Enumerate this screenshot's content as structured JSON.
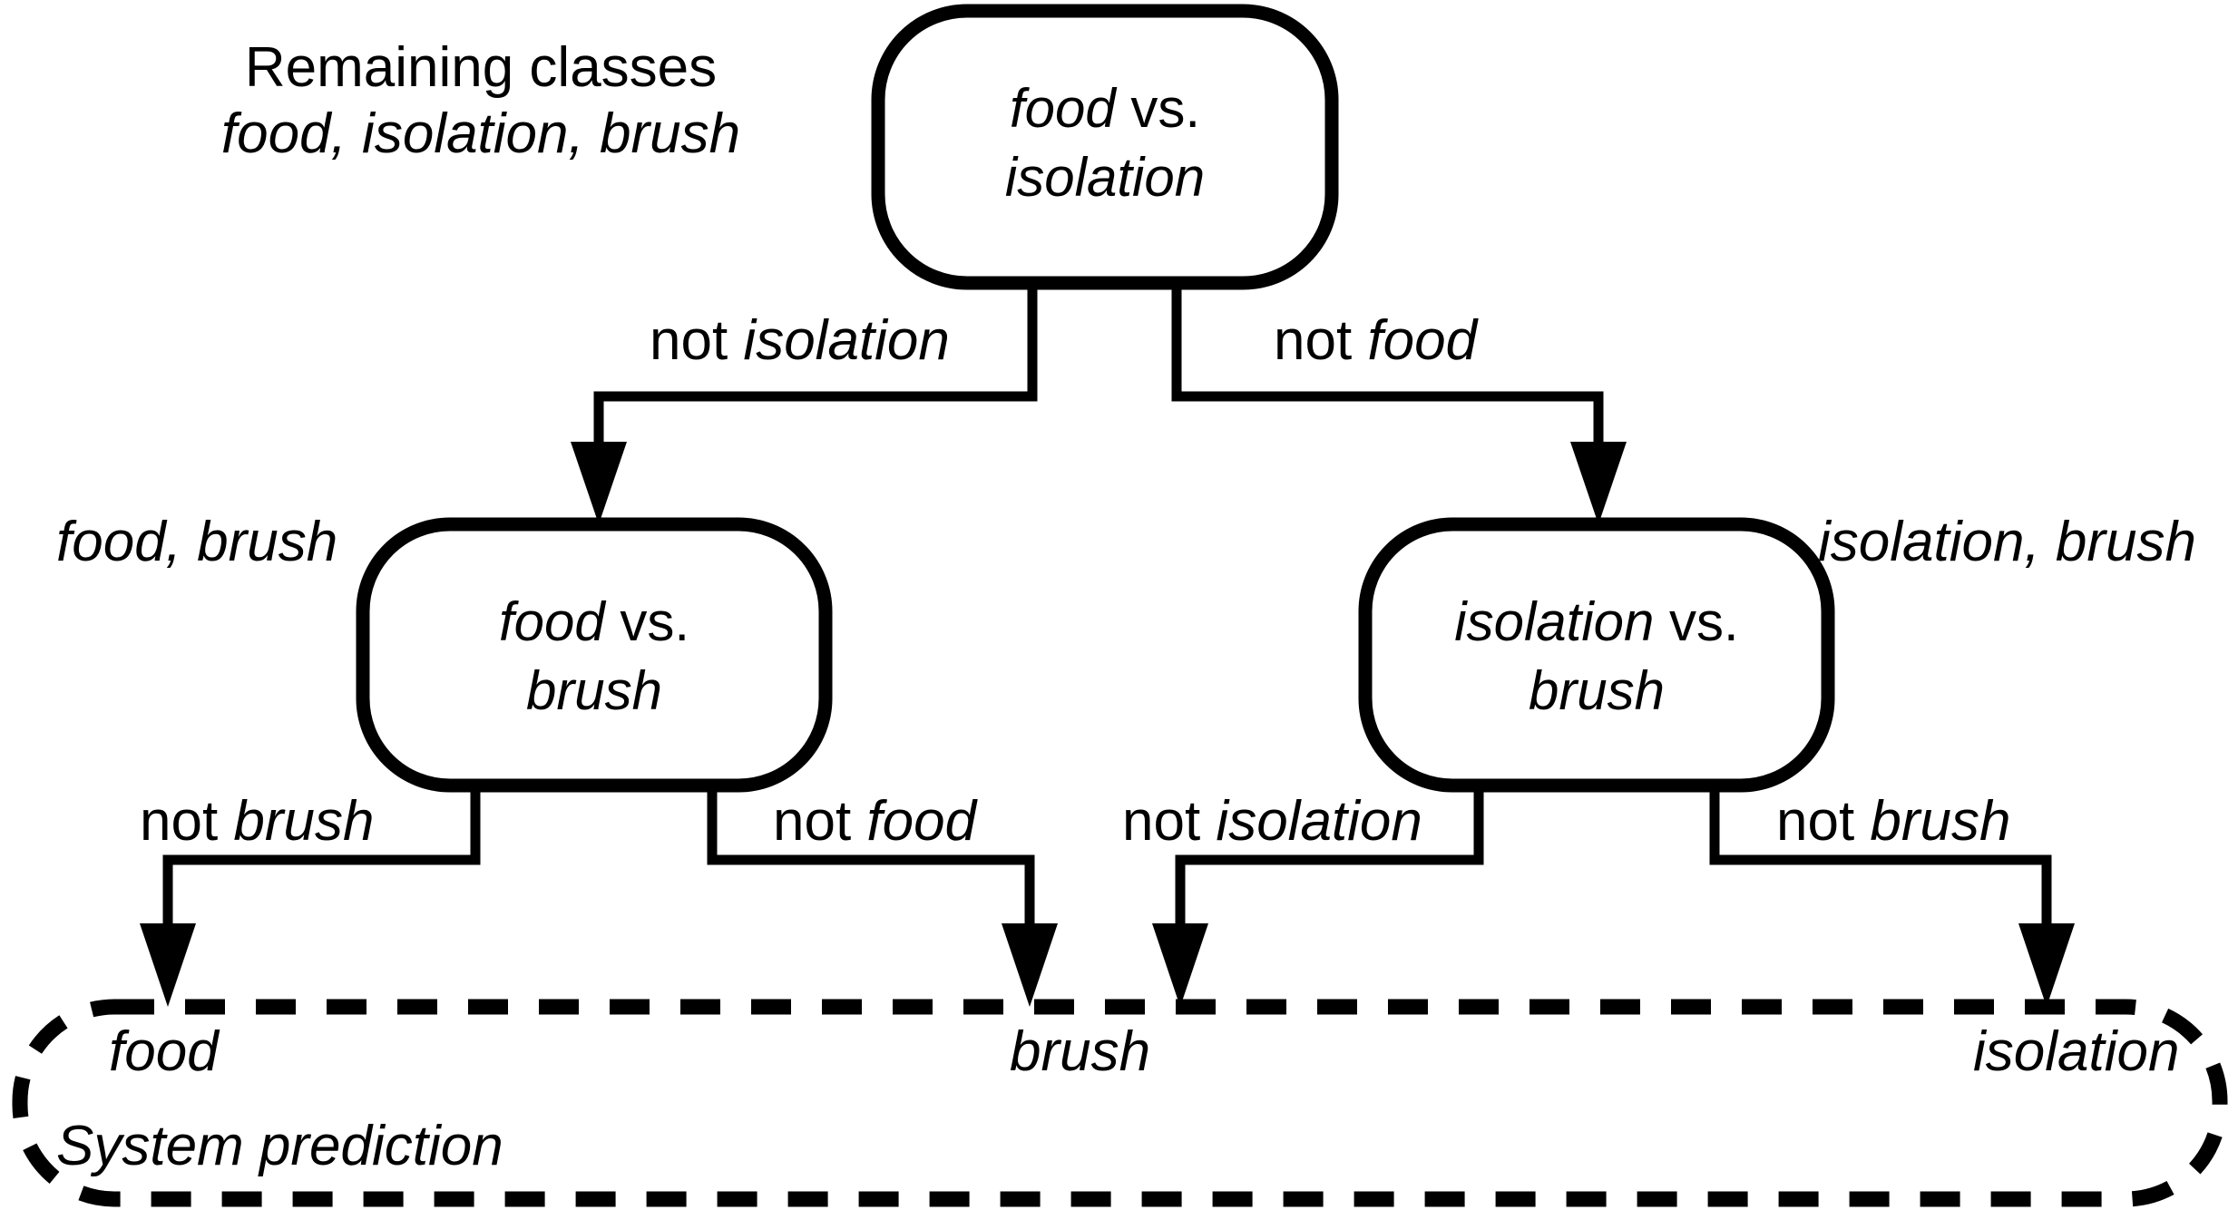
{
  "diagram": {
    "title_caption": {
      "line1": "Remaining classes",
      "line2": "food, isolation, brush"
    },
    "nodes": [
      {
        "id": "root",
        "label_line1_italic": "food",
        "label_line1_roman": " vs.",
        "label_line2_italic": "isolation"
      },
      {
        "id": "left",
        "label_line1_italic": "food",
        "label_line1_roman": " vs.",
        "label_line2_italic": "brush"
      },
      {
        "id": "right",
        "label_line1_italic": "isolation",
        "label_line1_roman": " vs.",
        "label_line2_italic": "brush"
      }
    ],
    "set_labels": {
      "left": "food, brush",
      "right": "isolation, brush"
    },
    "edges": [
      {
        "id": "root-left",
        "prefix": "not ",
        "klass": "isolation"
      },
      {
        "id": "root-right",
        "prefix": "not ",
        "klass": "food"
      },
      {
        "id": "left-food",
        "prefix": "not ",
        "klass": "brush"
      },
      {
        "id": "left-brush",
        "prefix": "not ",
        "klass": "food"
      },
      {
        "id": "right-brush",
        "prefix": "not ",
        "klass": "isolation"
      },
      {
        "id": "right-iso",
        "prefix": "not ",
        "klass": "brush"
      }
    ],
    "prediction_box": {
      "caption": "System prediction",
      "outcomes": [
        {
          "id": "food",
          "label": "food"
        },
        {
          "id": "brush",
          "label": "brush"
        },
        {
          "id": "isolation",
          "label": "isolation"
        }
      ]
    },
    "colors": {
      "stroke": "#000000",
      "background": "#ffffff",
      "text": "#000000"
    }
  }
}
